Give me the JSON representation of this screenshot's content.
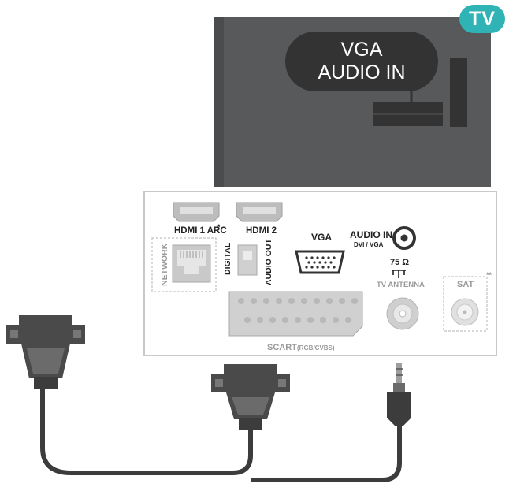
{
  "badge": {
    "text": "TV",
    "color": "#2fb3b5"
  },
  "callout": {
    "line1": "VGA",
    "line2": "AUDIO IN"
  },
  "panel": {
    "hdmi1": "HDMI 1 ARC",
    "hdmi2": "HDMI 2",
    "network": "NETWORK",
    "digital": "DIGITAL",
    "audio_out": "AUDIO OUT",
    "vga": "VGA",
    "audio_in": "AUDIO IN",
    "audio_in_sub": "DVI / VGA",
    "ohms": "75 Ω",
    "tv_antenna": "TV ANTENNA",
    "sat": "SAT",
    "sat_mark": "**",
    "hdmi1_mark": "*",
    "scart": "SCART",
    "scart_sub": "(RGB/CVBS)"
  },
  "colors": {
    "tv_body": "#58595b",
    "cable": "#3c3c3c",
    "connector": "#4a4a4a",
    "panel_border": "#c9c9c9"
  }
}
